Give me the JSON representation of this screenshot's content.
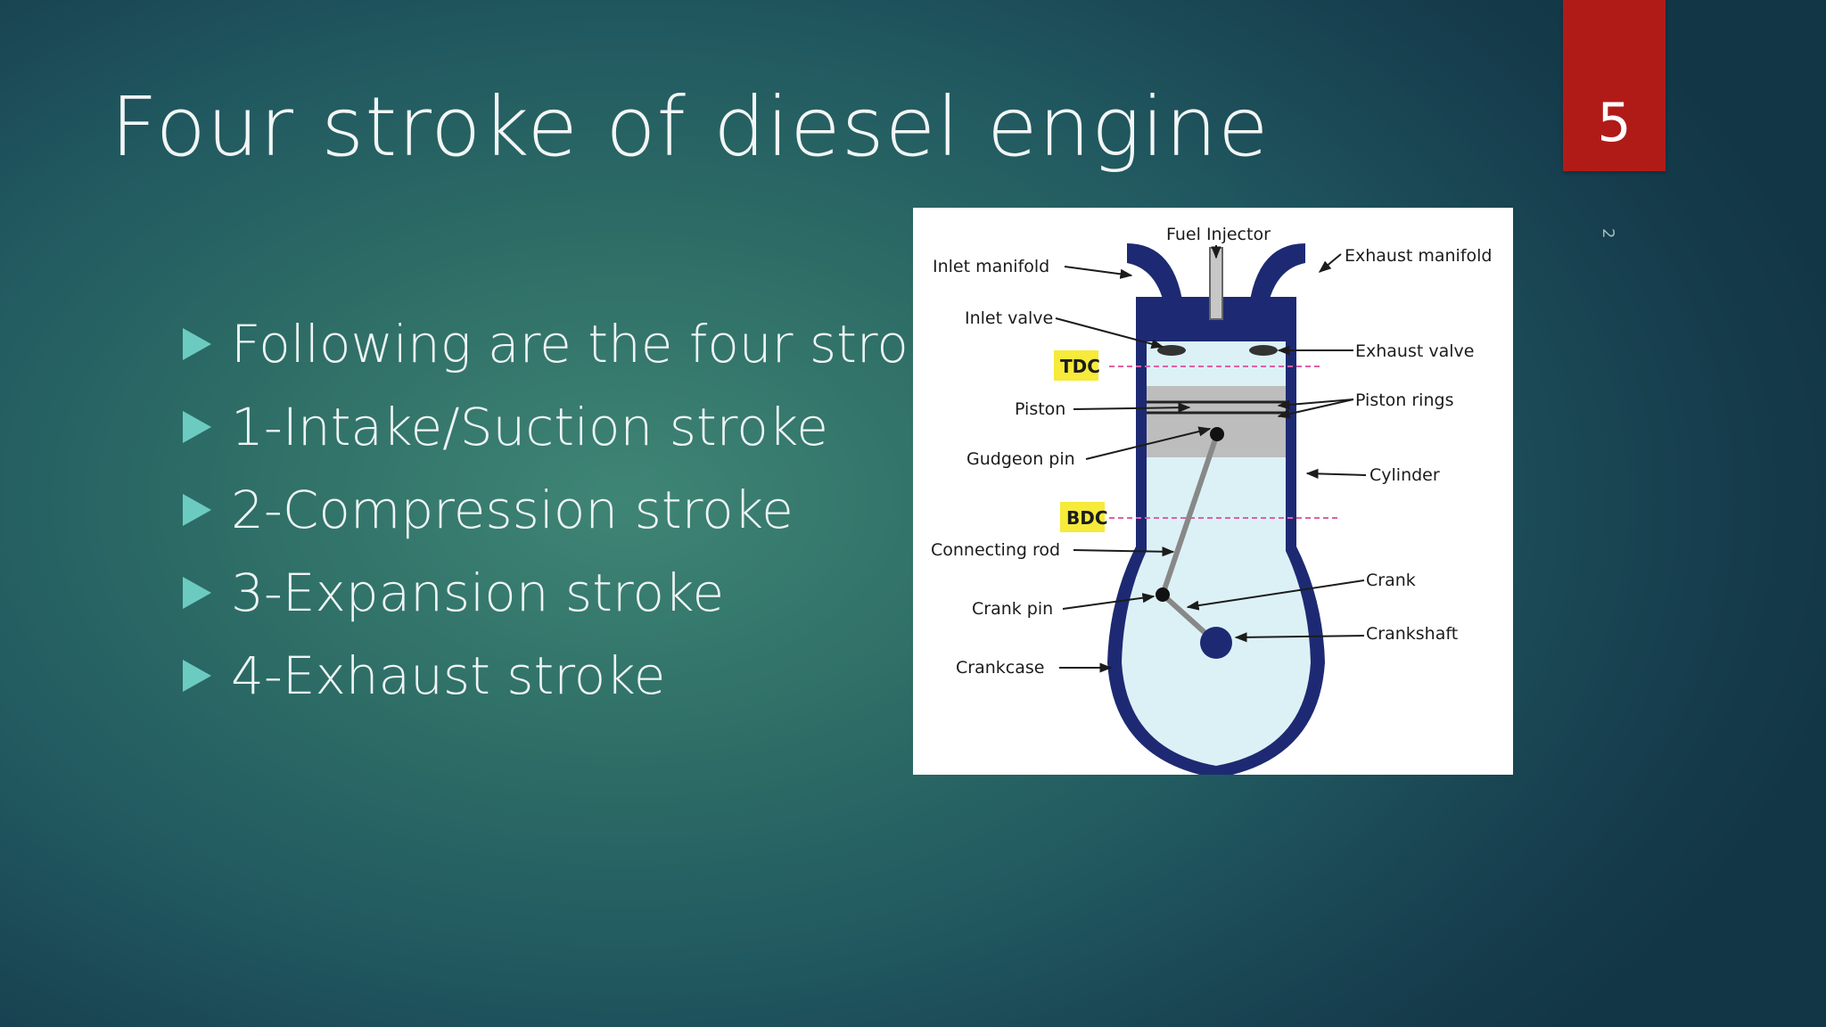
{
  "slide": {
    "title": "Four stroke of diesel engine",
    "number": "5",
    "side_mark": "2"
  },
  "bullets": [
    {
      "text": "Following are the four strokes"
    },
    {
      "text": "1-Intake/Suction stroke"
    },
    {
      "text": "2-Compression stroke"
    },
    {
      "text": "3-Expansion stroke"
    },
    {
      "text": "4-Exhaust stroke"
    }
  ],
  "diagram": {
    "labels": {
      "fuel_injector": "Fuel Injector",
      "inlet_manifold": "Inlet manifold",
      "exhaust_manifold": "Exhaust manifold",
      "inlet_valve": "Inlet valve",
      "exhaust_valve": "Exhaust valve",
      "tdc": "TDC",
      "piston": "Piston",
      "piston_rings": "Piston rings",
      "gudgeon_pin": "Gudgeon pin",
      "cylinder": "Cylinder",
      "bdc": "BDC",
      "connecting_rod": "Connecting rod",
      "crank": "Crank",
      "crank_pin": "Crank pin",
      "crankshaft": "Crankshaft",
      "crankcase": "Crankcase"
    },
    "colors": {
      "outline": "#1d2a73",
      "fill": "#dcf1f6",
      "tag": "#f6ea3a",
      "dead_centre_line": "#e060a6"
    }
  }
}
